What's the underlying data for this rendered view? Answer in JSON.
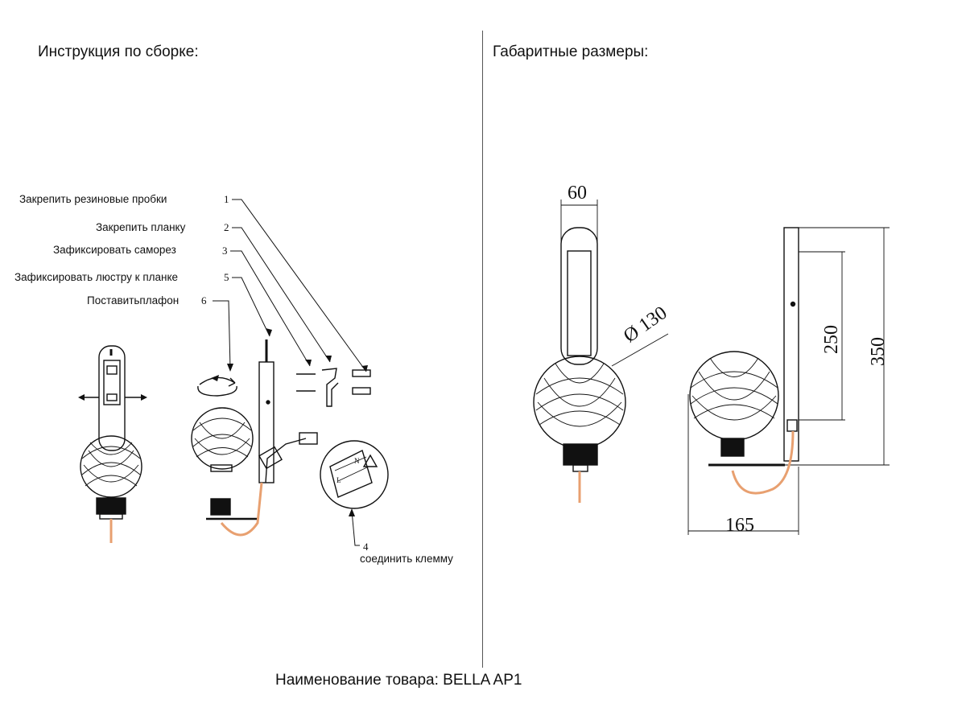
{
  "assembly": {
    "title": "Инструкция по сборке:",
    "steps": [
      {
        "label": "Закрепить резиновые пробки",
        "number": "1"
      },
      {
        "label": "Закрепить планку",
        "number": "2"
      },
      {
        "label": "Зафиксировать саморез",
        "number": "3"
      },
      {
        "label": "Зафиксировать люстру к планке",
        "number": "5"
      },
      {
        "label": "Поставитьплафон",
        "number": "6"
      }
    ],
    "terminal": {
      "number": "4",
      "label": "соединить клемму"
    },
    "terminal_marks": [
      "L",
      "N"
    ]
  },
  "dimensions": {
    "title": "Габаритные размеры:",
    "width_top": "60",
    "diameter": "Ø 130",
    "height_inner": "250",
    "height_total": "350",
    "depth": "165"
  },
  "product": {
    "label": "Наименование товара: BELLA AP1"
  },
  "colors": {
    "line": "#111111",
    "cable": "#e8a070",
    "background": "#ffffff"
  }
}
